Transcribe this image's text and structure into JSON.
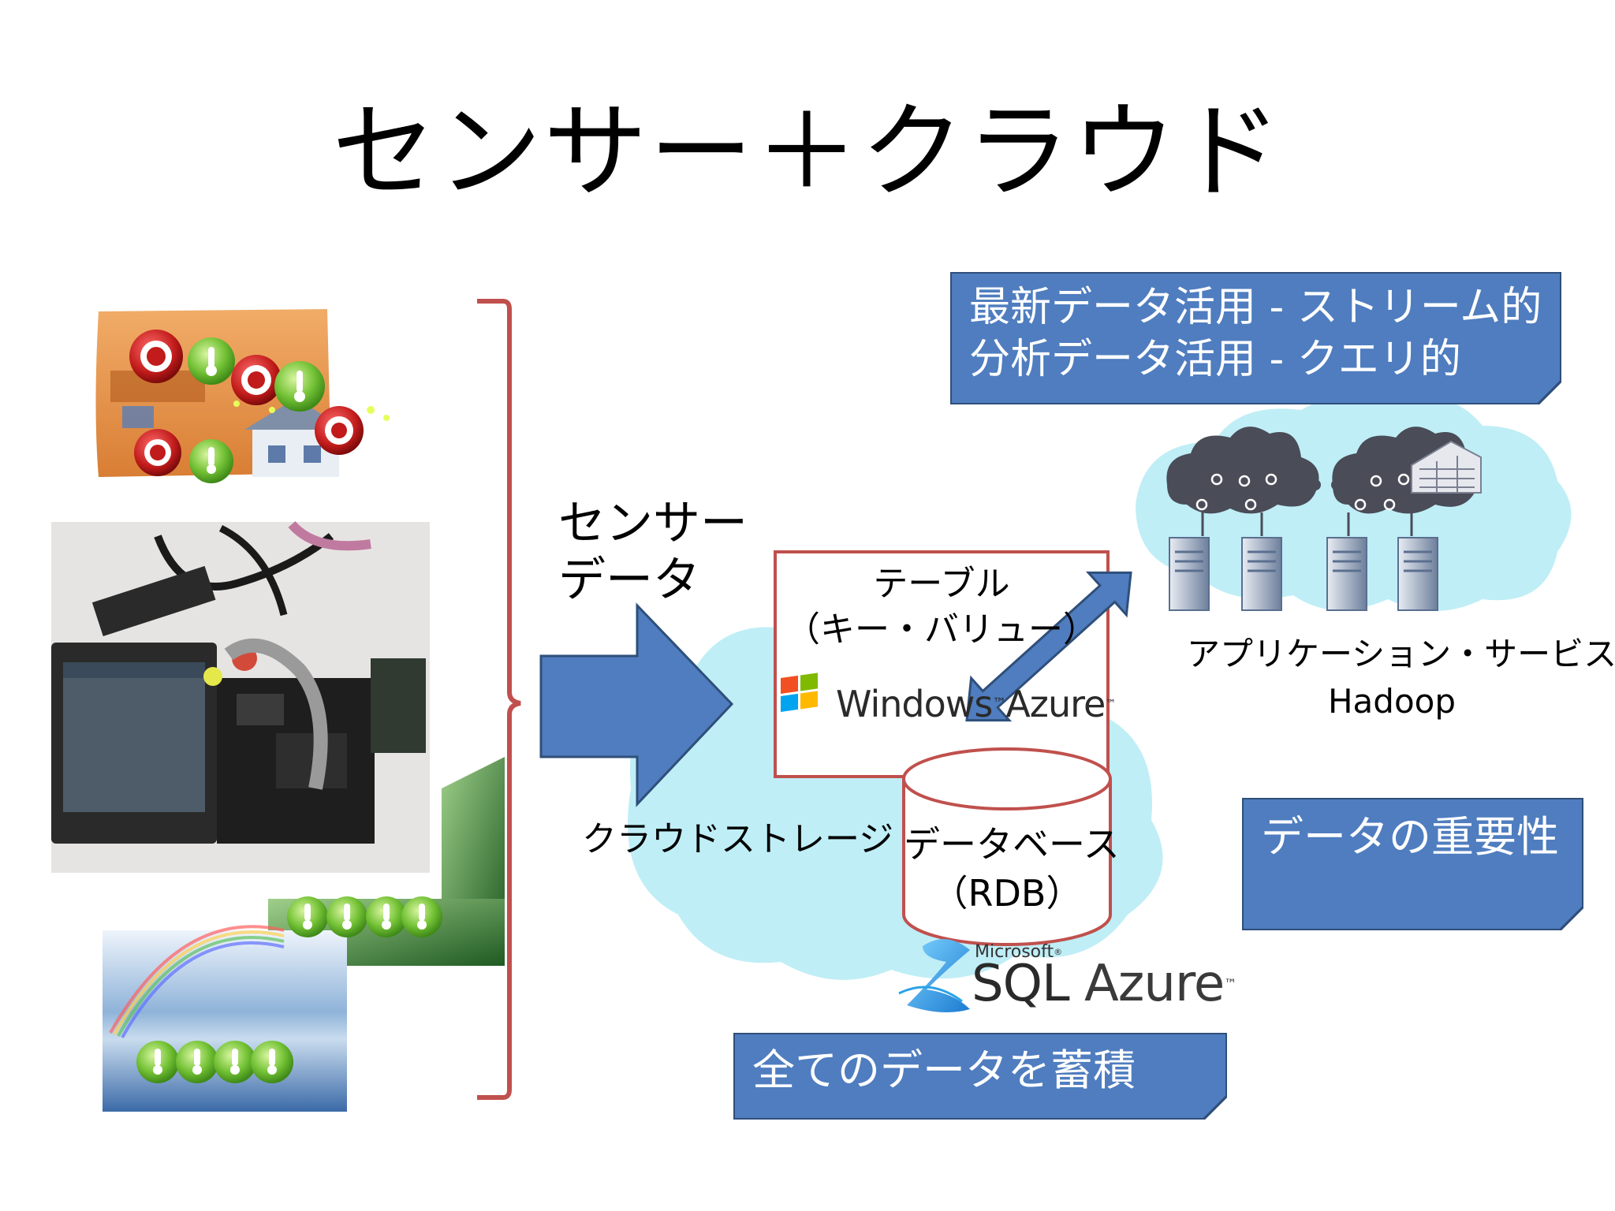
{
  "title": "センサー＋クラウド",
  "sensor_data_label": [
    "センサー",
    "データ"
  ],
  "cloud_storage_label": "クラウドストレージ",
  "table_box": {
    "line1": "テーブル",
    "line2": "（キー・バリュー）",
    "logo_text": "Windows Azure",
    "logo_word1": "Windows",
    "logo_word2": "Azure",
    "tm": "™"
  },
  "database": {
    "line1": "データベース",
    "line2": "（RDB）",
    "logo_small": "Microsoft",
    "logo_big": "SQL Azure",
    "logo_word1": "SQL",
    "logo_word2": "Azure",
    "tm": "™",
    "reg": "®"
  },
  "notes": {
    "top_line1": "最新データ活用 - ストリーム的",
    "top_line2": "分析データ活用 - クエリ的",
    "right": "データの重要性",
    "bottom": "全てのデータを蓄積"
  },
  "app_label": {
    "line1": "アプリケーション・サービス",
    "line2": "Hadoop"
  },
  "colors": {
    "note_fill": "#4f7dbf",
    "note_border": "#2f4f7a",
    "arrow_fill": "#4f7dbf",
    "box_border": "#c0504d",
    "cloud_fill": "#bfeef6",
    "dark_cloud": "#4a4c58",
    "server": "#5b6f8f"
  },
  "icons": [
    "plug-icon",
    "thermometer-icon",
    "server-icon",
    "building-icon",
    "windows-logo-icon",
    "sql-logo-icon"
  ]
}
